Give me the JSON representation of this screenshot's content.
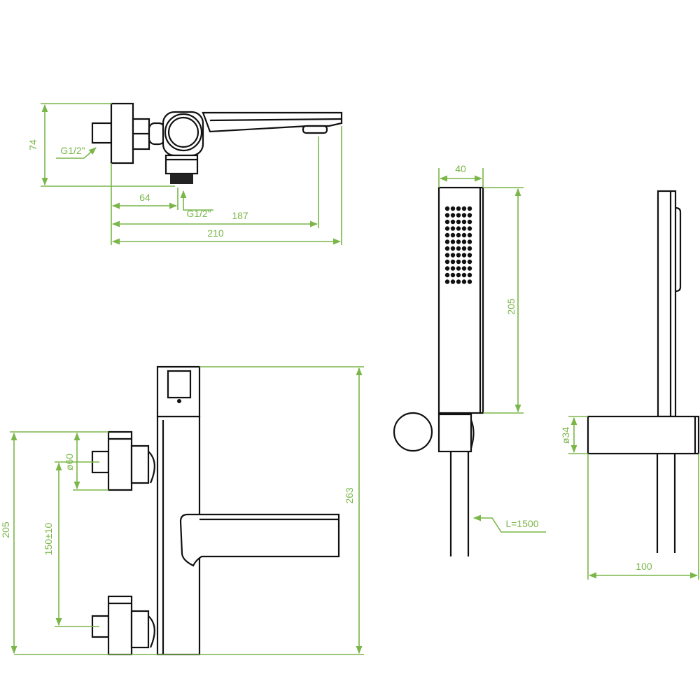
{
  "colors": {
    "dimension": "#7ab648",
    "outline": "#111111"
  },
  "top_view": {
    "height_label": "74",
    "inlet_thread_label": "G1/2\"",
    "outlet_offset_label": "64",
    "outlet_thread_label": "G1/2\"",
    "spout_reach_label": "187",
    "total_length_label": "210"
  },
  "hand_shower": {
    "width_label": "40",
    "length_label": "205",
    "hose_label": "L=1500"
  },
  "holder_side": {
    "diameter_label": "ø34",
    "depth_label": "100"
  },
  "front_view": {
    "total_height_label": "263",
    "flange_diameter_label": "ø60",
    "inlet_spacing_label": "150±10",
    "flange_span_label": "205"
  }
}
